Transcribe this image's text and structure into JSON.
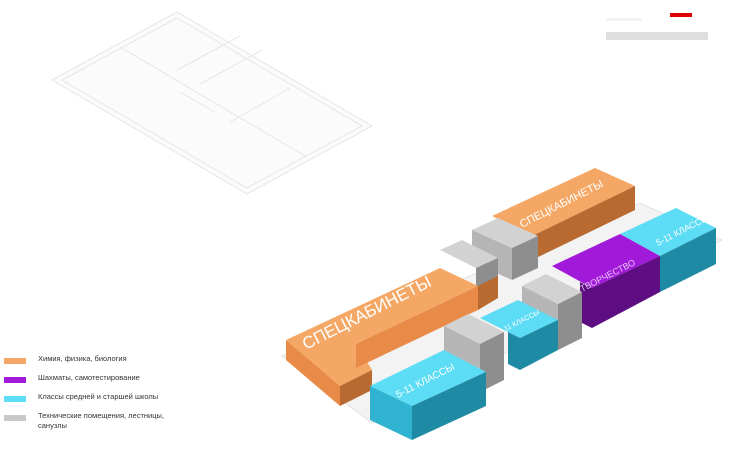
{
  "legend": [
    {
      "label": "Химия, физика, биология",
      "color": "#f5a865"
    },
    {
      "label": "Шахматы, самотестирование",
      "color": "#a21ad9"
    },
    {
      "label": "Классы средней и старшей школы",
      "color": "#5cdcf5"
    },
    {
      "label": "Технические помещения, лестницы, санузлы",
      "color": "#c8c8c8"
    }
  ],
  "blocks": {
    "spec_main": "СПЕЦКАБИНЕТЫ",
    "spec_back": "СПЕЦКАБИНЕТЫ",
    "classes_front": "5-11 КЛАССЫ",
    "classes_mid": "5-11 КЛАССЫ",
    "classes_back": "5-11 КЛАССЫ",
    "creativity": "ТВОРЧЕСТВО"
  },
  "colors": {
    "orange_top": "#f5a865",
    "orange_front": "#e88a48",
    "orange_side": "#b86a30",
    "purple_top": "#a21ad9",
    "purple_front": "#7b12a8",
    "purple_side": "#5e0d82",
    "cyan_top": "#5cdcf5",
    "cyan_front": "#2fb3d0",
    "cyan_side": "#1f8aa3",
    "gray_top": "#d2d2d2",
    "gray_front": "#b5b5b5",
    "gray_side": "#8e8e8e",
    "accent": "#e00000"
  }
}
